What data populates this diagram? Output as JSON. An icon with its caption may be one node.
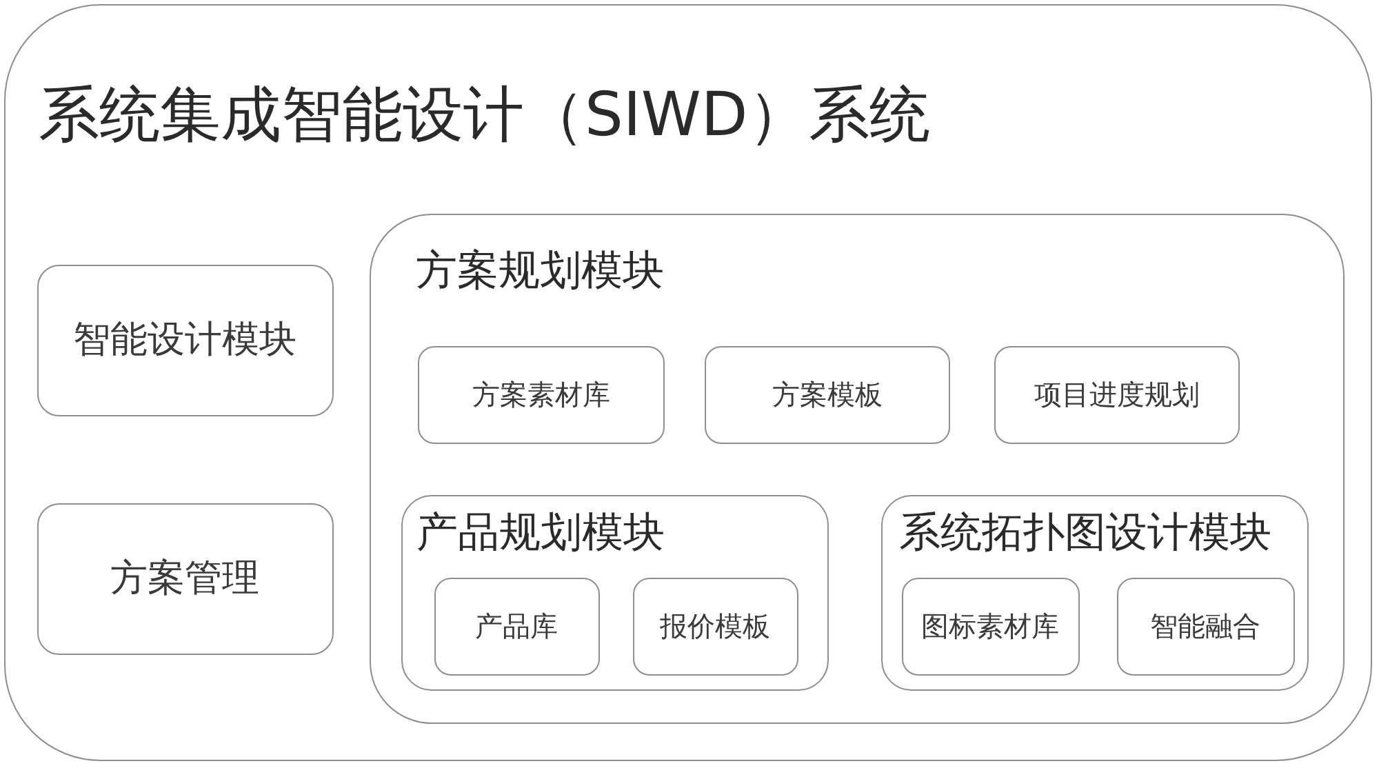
{
  "diagram": {
    "nodes": [
      {
        "text": [
          "系统集成智能设计（SIWD）系统"
        ]
      },
      {
        "text": [
          "智能设计模块"
        ],
        "in": 0
      },
      {
        "text": [
          "方案管理"
        ],
        "in": 0
      },
      {
        "text": [
          "方案规划模块"
        ],
        "in": 0
      },
      {
        "text": [
          "方案素材库"
        ],
        "in": 3
      },
      {
        "text": [
          "方案模板"
        ],
        "in": 3
      },
      {
        "text": [
          "项目进度规划"
        ],
        "in": 3
      },
      {
        "text": [
          "产品规划模块"
        ],
        "in": 3
      },
      {
        "text": [
          "产品库"
        ],
        "in": 7
      },
      {
        "text": [
          "报价模板"
        ],
        "in": 7
      },
      {
        "text": [
          "系统拓扑图设计模块"
        ],
        "in": 3
      },
      {
        "text": [
          "图标素材库"
        ],
        "in": 10
      },
      {
        "text": [
          "智能融合"
        ],
        "in": 10
      }
    ]
  }
}
